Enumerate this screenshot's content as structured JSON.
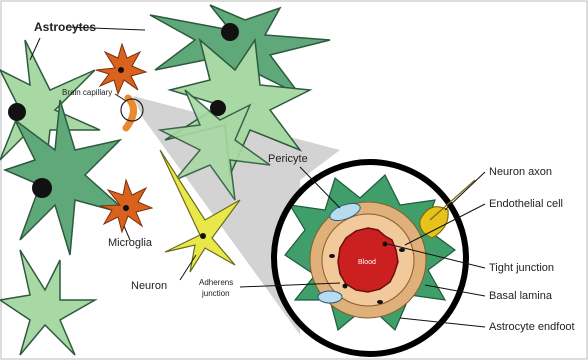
{
  "labels": {
    "astrocytes": "Astrocytes",
    "brain_capillary": "Brain capillary",
    "microglia": "Microglia",
    "neuron": "Neuron",
    "adherens_junction_line1": "Adherens",
    "adherens_junction_line2": "junction",
    "pericyte": "Pericyte",
    "blood": "Blood",
    "neuron_axon": "Neuron axon",
    "endothelial_cell": "Endothelial cell",
    "tight_junction": "Tight junction",
    "basal_lamina": "Basal lamina",
    "astrocyte_endfoot": "Astrocyte endfoot"
  },
  "colors": {
    "astrocyte_light": "#a8d8a4",
    "astrocyte_dark": "#5ea87a",
    "astrocyte_outline": "#2e5a3e",
    "microglia": "#d9621c",
    "neuron": "#e8e84a",
    "capillary": "#e88a2e",
    "blood": "#cc1f1f",
    "endothelial": "#f2c99a",
    "basal_lamina": "#e0b07a",
    "pericyte": "#b8dcef",
    "endfoot": "#3f9e6a",
    "zoom_cone": "#bdbdbd"
  }
}
